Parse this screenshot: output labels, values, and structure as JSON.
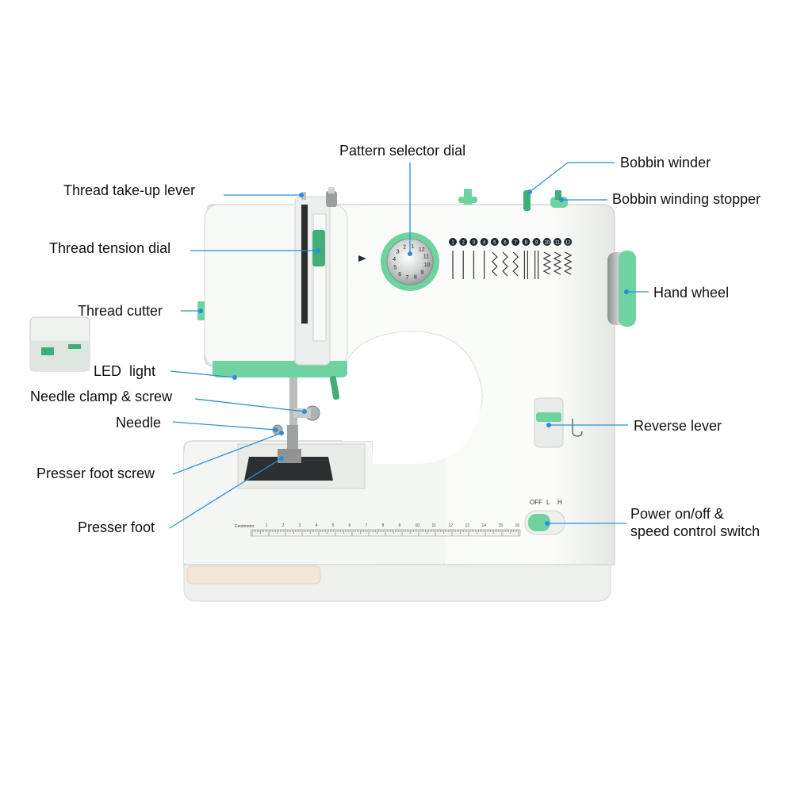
{
  "labels": {
    "pattern_selector_dial": "Pattern selector dial",
    "bobbin_winder": "Bobbin winder",
    "bobbin_winding_stopper": "Bobbin winding stopper",
    "thread_take_up_lever": "Thread take-up lever",
    "thread_tension_dial": "Thread tension dial",
    "hand_wheel": "Hand wheel",
    "thread_cutter": "Thread cutter",
    "led_light": "LED  light",
    "needle_clamp_screw": "Needle clamp & screw",
    "needle": "Needle",
    "reverse_lever": "Reverse lever",
    "presser_foot_screw": "Presser foot screw",
    "presser_foot": "Presser foot",
    "power_switch_line1": "Power on/off &",
    "power_switch_line2": "speed control switch"
  },
  "machine": {
    "switch_positions": [
      "OFF",
      "L",
      "H"
    ],
    "ruler_unit": "Centimeter",
    "ruler_numbers": [
      "1",
      "2",
      "3",
      "4",
      "5",
      "6",
      "7",
      "8",
      "9",
      "10",
      "11",
      "12",
      "13",
      "14",
      "15",
      "16"
    ],
    "stitch_numbers": [
      "1",
      "2",
      "3",
      "4",
      "5",
      "6",
      "7",
      "8",
      "9",
      "10",
      "11",
      "12"
    ],
    "dial_numbers": [
      "2",
      "1",
      "12",
      "11",
      "10",
      "9",
      "8",
      "7",
      "6",
      "5",
      "4",
      "3"
    ]
  },
  "colors": {
    "accent": "#6ed3a0",
    "accent_dark": "#3fae7a",
    "body": "#f6f8f5",
    "leader": "#2a8fd8",
    "text": "#111111"
  }
}
